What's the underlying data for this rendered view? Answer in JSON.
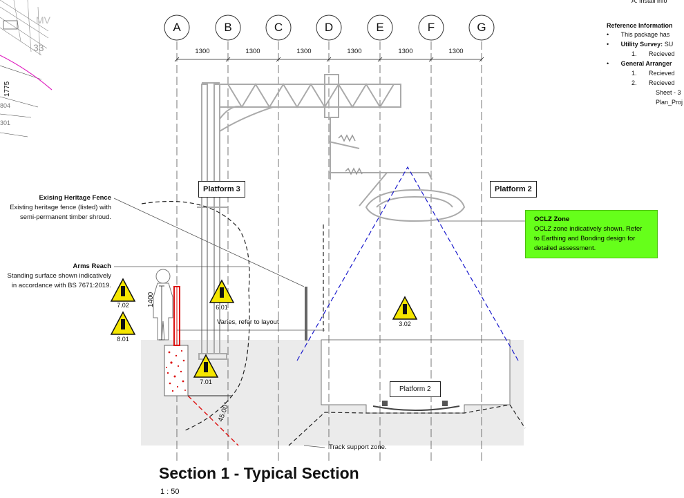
{
  "title": "Section 1 - Typical Section",
  "scale": "1 : 50",
  "grid": {
    "labels": [
      "A",
      "B",
      "C",
      "D",
      "E",
      "F",
      "G"
    ],
    "spacings": [
      "1300",
      "1300",
      "1300",
      "1300",
      "1300",
      "1300"
    ]
  },
  "platforms": {
    "left": "Platform 3",
    "right": "Platform 2",
    "lower": "Platform 2"
  },
  "callouts": {
    "fence_title": "Exising Heritage Fence",
    "fence_line1": "Existing heritage fence (listed) with",
    "fence_line2": "semi-permanent timber shroud.",
    "arms_title": "Arms Reach",
    "arms_line1": "Standing surface shown indicatively",
    "arms_line2": "in accordance with BS 7671:2019.",
    "varies": "Varies, refer to layout",
    "track_support": "Track support zone."
  },
  "oclz": {
    "title": "OCLZ Zone",
    "line1": "OCLZ zone indicatively shown. Refer",
    "line2": "to Earthing and Bonding design for",
    "line3": "detailed assessment."
  },
  "dimensions": {
    "person_height": "1400",
    "angle": "45.00°"
  },
  "signs": [
    "7.02",
    "8.01",
    "6.01",
    "7.01",
    "3.02"
  ],
  "reference": {
    "top_cut": "A.     Install info",
    "heading": "Reference Information",
    "item1": "This package has",
    "utility_label": "Utility Survey:",
    "utility_value": " SU",
    "utility_1": "Recieved",
    "ga_label": "General Arranger",
    "ga_1": "Recieved",
    "ga_2": "Recieved",
    "ga_2b": "Sheet - 3",
    "ga_2c": "Plan_Proj",
    "num1": "1.",
    "num2": "2."
  },
  "background_map": {
    "label_33": "33",
    "label_1775": "1775",
    "label_804": "804",
    "label_301": "301",
    "label_mv": "MV"
  },
  "colors": {
    "oclz_fill": "#66ff1a",
    "oclz_cone": "#1a1acc",
    "warning_yellow": "#f5e600",
    "fence_red": "#d11",
    "ground_grey": "#ebebeb",
    "map_magenta": "#e020c0"
  }
}
